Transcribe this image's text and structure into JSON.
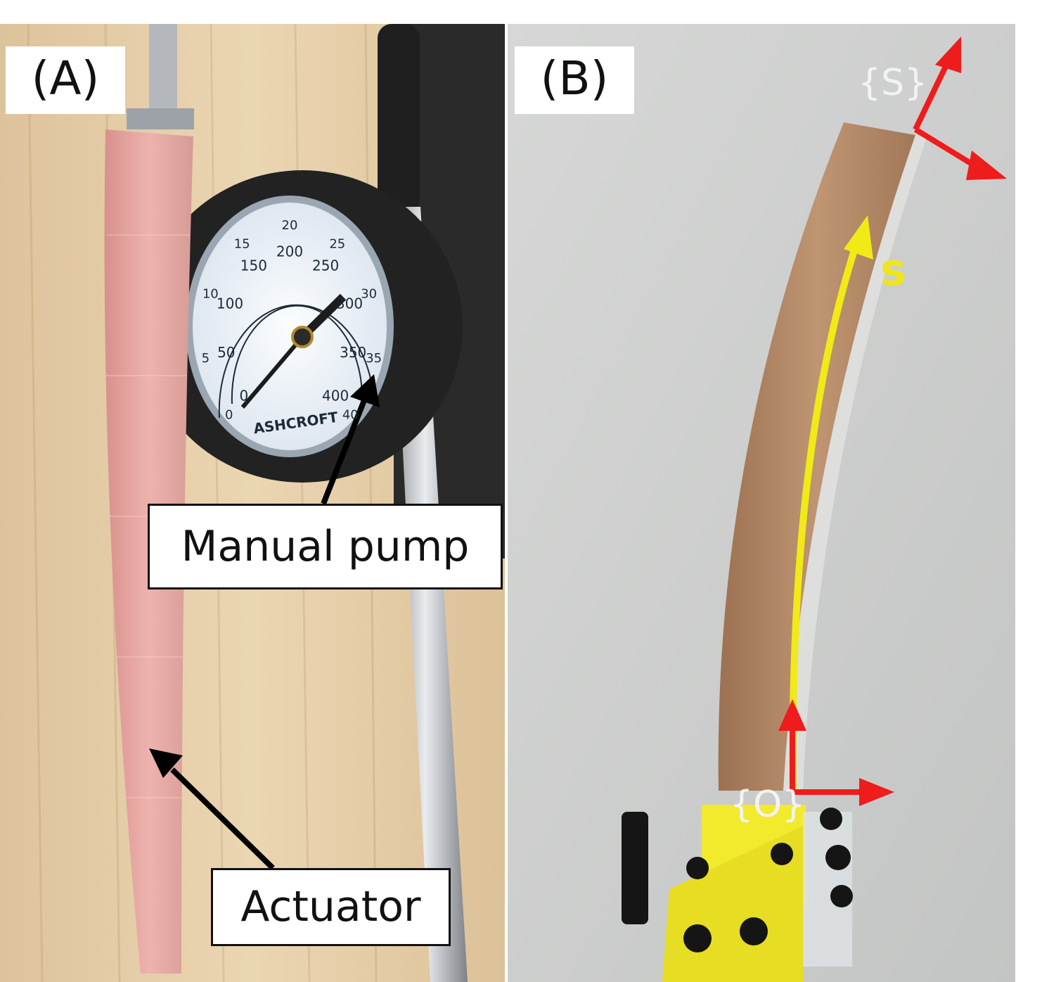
{
  "figure": {
    "panel_a": {
      "label": "(A)",
      "gauge": {
        "brand": "ASHCROFT",
        "outer_scale": [
          "0",
          "5",
          "10",
          "15",
          "20",
          "25",
          "30",
          "35",
          "40"
        ],
        "inner_scale": [
          "0",
          "50",
          "100",
          "150",
          "200",
          "250",
          "300",
          "350",
          "400"
        ]
      },
      "callouts": {
        "pump": "Manual pump",
        "actuator": "Actuator"
      }
    },
    "panel_b": {
      "label": "(B)",
      "frames": {
        "tip": "{S}",
        "base": "{O}"
      },
      "arc_length_label": "s"
    },
    "colors": {
      "frame_arrows": "#ee1c1c",
      "arc_arrow": "#f1ea17",
      "actuator_a": "#e8a4a0",
      "actuator_b": "#b78a66",
      "holder": "#f2ea2c",
      "wood": "#e6cfa9",
      "wall": "#cfd1d0"
    }
  }
}
